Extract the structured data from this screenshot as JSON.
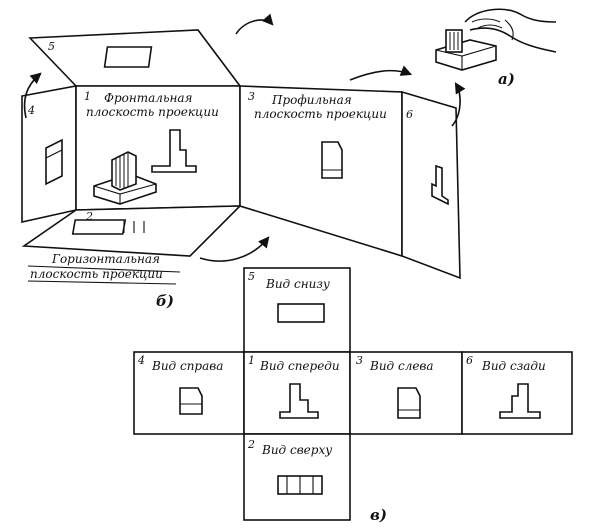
{
  "captions": {
    "a": "а)",
    "b": "б)",
    "v": "в)"
  },
  "planes": {
    "frontal": {
      "num": "1",
      "line1": "Фронтальная",
      "line2": "плоскость проекции"
    },
    "horizontal": {
      "num": "2",
      "line1": "Горизонтальная",
      "line2": "плоскость проекции"
    },
    "profile": {
      "num": "3",
      "line1": "Профильная",
      "line2": "плоскость проекции"
    },
    "left": {
      "num": "4"
    },
    "top": {
      "num": "5"
    },
    "back": {
      "num": "6"
    }
  },
  "views": [
    {
      "num": "5",
      "label": "Вид снизу"
    },
    {
      "num": "4",
      "label": "Вид справа"
    },
    {
      "num": "1",
      "label": "Вид спереди"
    },
    {
      "num": "3",
      "label": "Вид слева"
    },
    {
      "num": "6",
      "label": "Вид сзади"
    },
    {
      "num": "2",
      "label": "Вид сверху"
    }
  ]
}
